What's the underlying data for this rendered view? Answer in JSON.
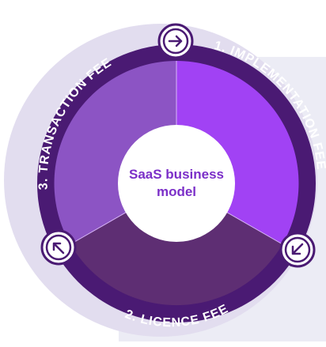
{
  "diagram": {
    "center_line1": "SaaS business",
    "center_line2": "model",
    "segments": [
      {
        "label": "1. IMPLEMENTATION FEE",
        "color": "#a142f4"
      },
      {
        "label": "2. LICENCE FEE",
        "color": "#5e2e73"
      },
      {
        "label": "3. TRANSACTION FEE",
        "color": "#8c54c4"
      }
    ],
    "arrows": [
      {
        "icon": "arrow-right-icon"
      },
      {
        "icon": "arrow-down-left-icon"
      },
      {
        "icon": "arrow-up-left-icon"
      }
    ],
    "colors": {
      "outer_ring": "#4a1a73",
      "background_square": "#ececf5",
      "background_circle": "#e2ddef",
      "center_text": "#7b2fc8",
      "arrow": "#4a1a73"
    }
  }
}
